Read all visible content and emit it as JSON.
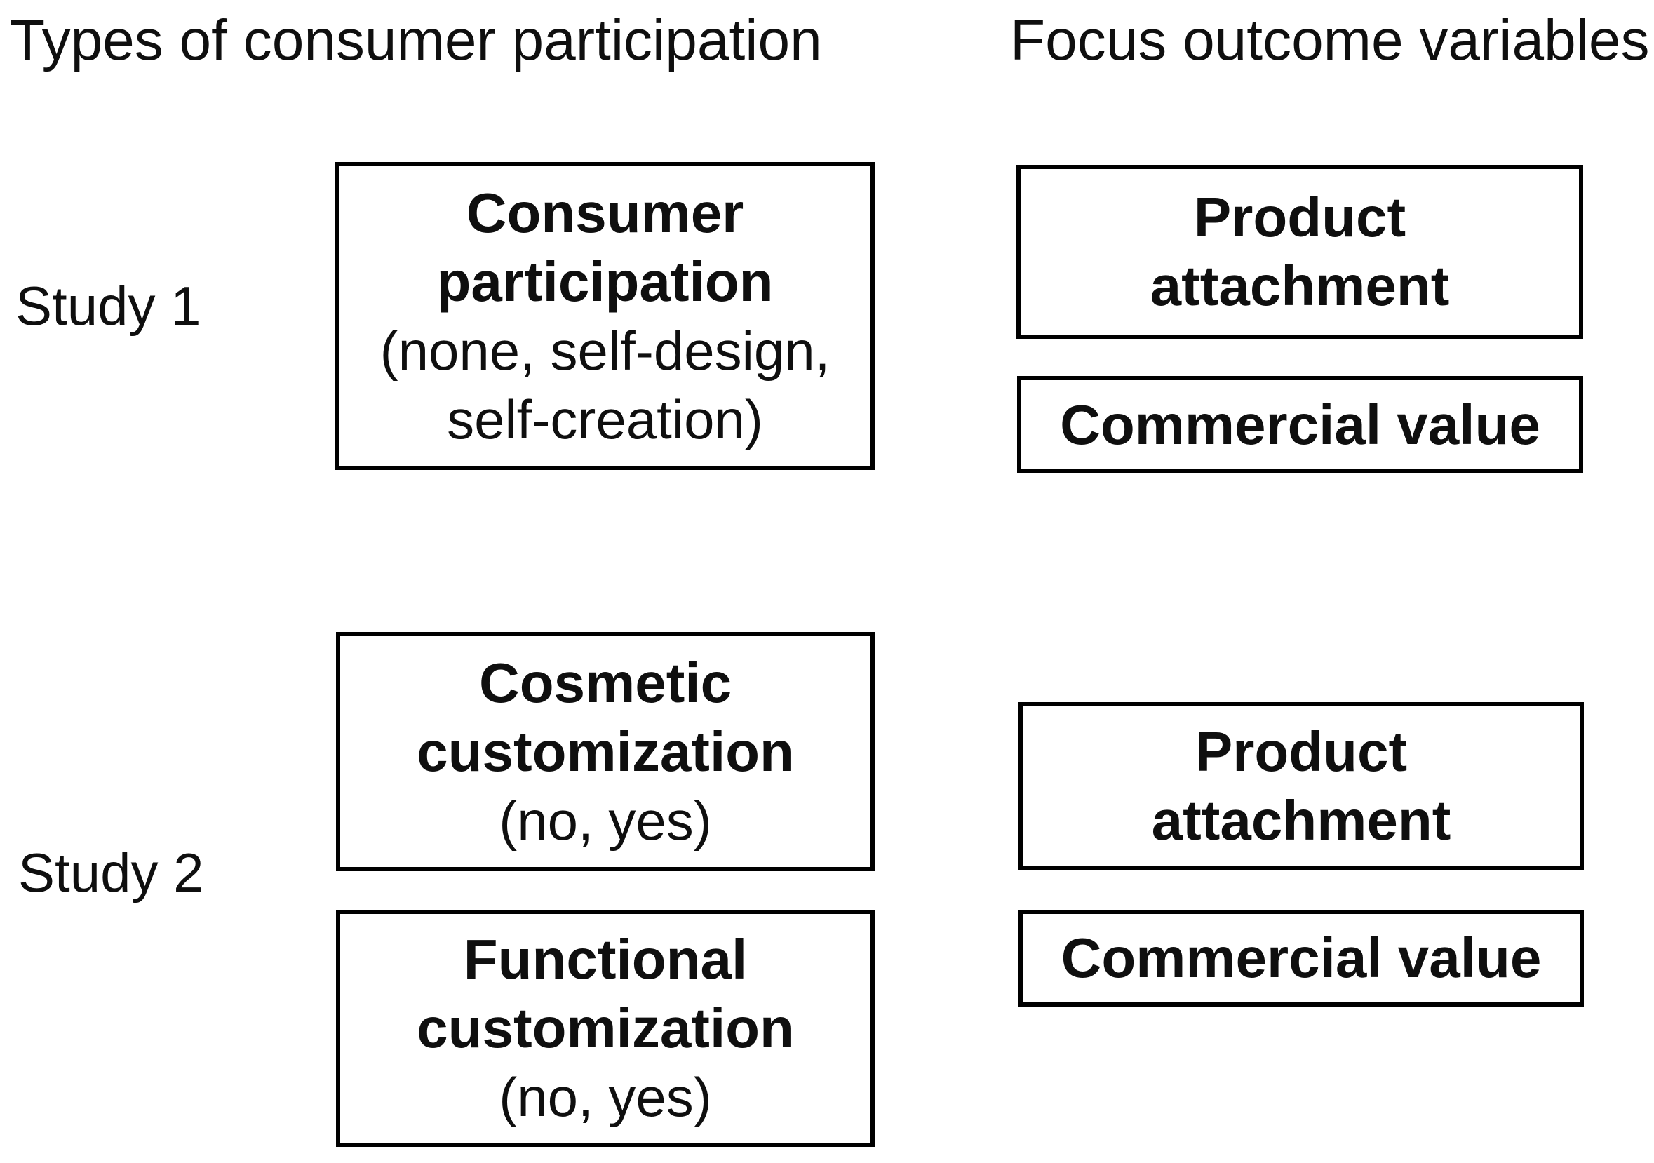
{
  "page": {
    "background": "#ffffff",
    "text_color": "#0f0f0f",
    "border_color": "#000000"
  },
  "headers": {
    "left": "Types of consumer participation",
    "right": "Focus outcome variables"
  },
  "studies": [
    {
      "label": "Study 1",
      "participation_boxes": [
        {
          "title_line_1": "Consumer",
          "title_line_2": "participation",
          "subtitle_line_1": "(none, self-design,",
          "subtitle_line_2": "self-creation)"
        }
      ],
      "outcome_boxes": [
        {
          "title_line_1": "Product",
          "title_line_2": "attachment"
        },
        {
          "title_line_1": "Commercial value"
        }
      ]
    },
    {
      "label": "Study 2",
      "participation_boxes": [
        {
          "title_line_1": "Cosmetic",
          "title_line_2": "customization",
          "subtitle_line_1": "(no, yes)"
        },
        {
          "title_line_1": "Functional",
          "title_line_2": "customization",
          "subtitle_line_1": "(no, yes)"
        }
      ],
      "outcome_boxes": [
        {
          "title_line_1": "Product",
          "title_line_2": "attachment"
        },
        {
          "title_line_1": "Commercial value"
        }
      ]
    }
  ]
}
